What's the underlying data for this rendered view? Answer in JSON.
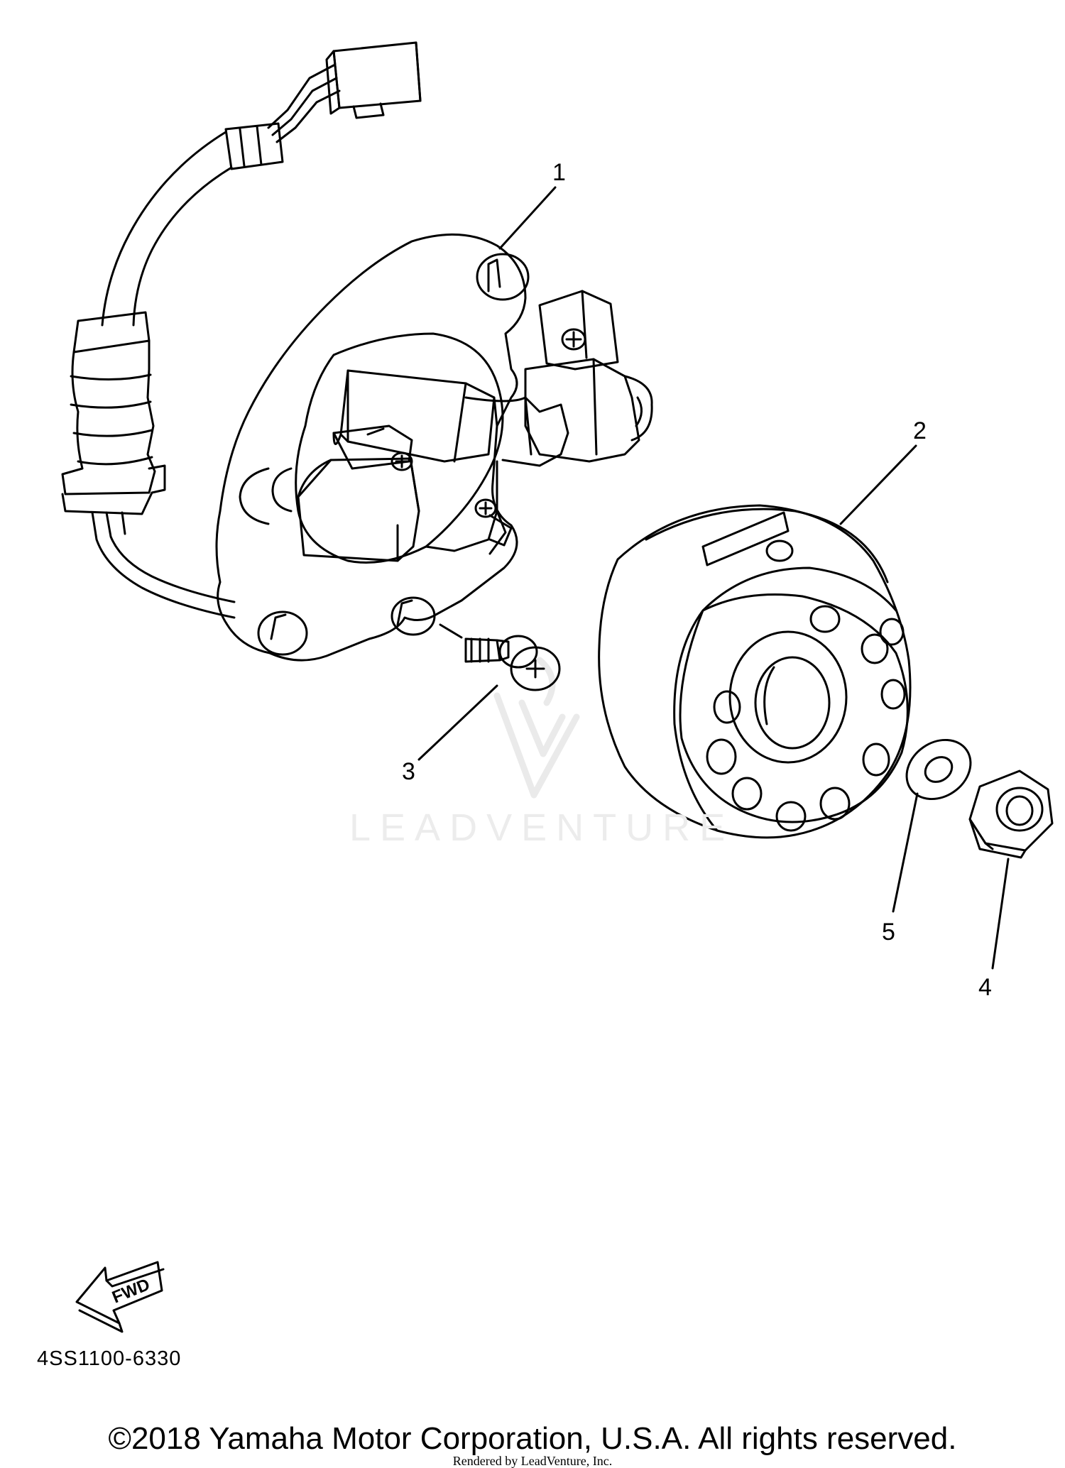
{
  "diagram": {
    "callouts": [
      "1",
      "2",
      "3",
      "4",
      "5"
    ],
    "fwd_label": "FWD",
    "part_code": "4SS1100-6330",
    "watermark": "LEADVENTURE",
    "copyright": "©2018 Yamaha Motor Corporation, U.S.A. All rights reserved.",
    "rendered_by": "Rendered by LeadVenture, Inc."
  }
}
